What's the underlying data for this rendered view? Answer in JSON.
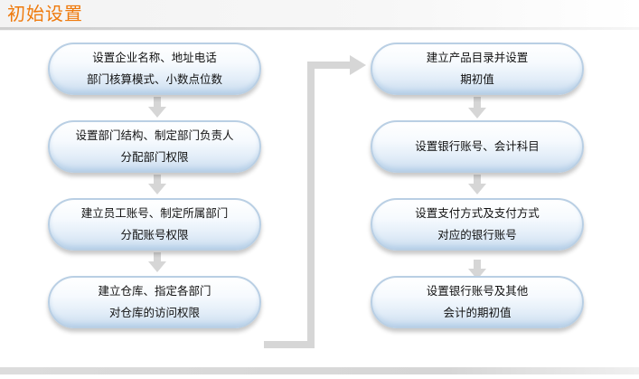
{
  "title": "初始设置",
  "left_steps": [
    {
      "lines": [
        "设置企业名称、地址电话",
        "部门核算模式、小数点位数"
      ]
    },
    {
      "lines": [
        "设置部门结构、制定部门负责人",
        "分配部门权限"
      ]
    },
    {
      "lines": [
        "建立员工账号、制定所属部门",
        "分配账号权限"
      ]
    },
    {
      "lines": [
        "建立仓库、指定各部门",
        "对仓库的访问权限"
      ]
    }
  ],
  "right_steps": [
    {
      "lines": [
        "建立产品目录并设置",
        "期初值"
      ]
    },
    {
      "lines": [
        "设置银行账号、会计科目"
      ]
    },
    {
      "lines": [
        "设置支付方式及支付方式",
        "对应的银行账号"
      ]
    },
    {
      "lines": [
        "设置银行账号及其他",
        "会计的期初值"
      ]
    }
  ],
  "colors": {
    "title": "#ef7a0c",
    "arrow": "#d6d6d6",
    "node_border": "#b9cfe4"
  }
}
